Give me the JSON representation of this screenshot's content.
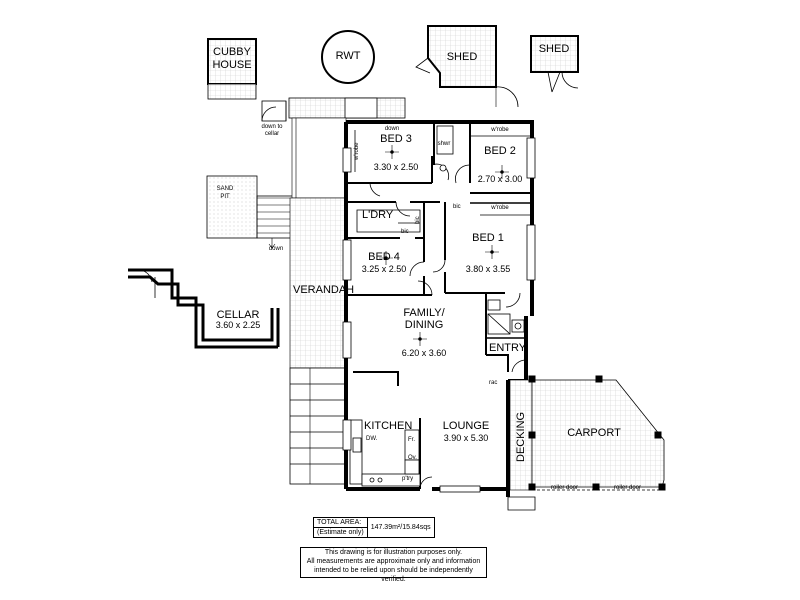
{
  "outbuildings": {
    "cubby_line1": "CUBBY",
    "cubby_line2": "HOUSE",
    "rwt": "RWT",
    "shed_1": "SHED",
    "shed_2": "SHED",
    "sand_line1": "SAND",
    "sand_line2": "PIT",
    "down_to_line1": "down to",
    "down_to_line2": "cellar",
    "down": "down"
  },
  "rooms": {
    "bed3": {
      "name": "BED 3",
      "size": "3.30 x 2.50"
    },
    "bed2": {
      "name": "BED 2",
      "size": "2.70 x 3.00"
    },
    "bed1": {
      "name": "BED 1",
      "size": "3.80 x 3.55"
    },
    "bed4": {
      "name": "BED 4",
      "size": "3.25 x 2.50"
    },
    "laundry": {
      "name": "L'DRY"
    },
    "family_line1": "FAMILY/",
    "family_line2": "DINING",
    "family_size": "6.20 x 3.60",
    "kitchen": {
      "name": "KITCHEN"
    },
    "lounge": {
      "name": "LOUNGE",
      "size": "3.90 x 5.30"
    },
    "entry": "ENTRY",
    "verandah": "VERANDAH",
    "cellar": {
      "name": "CELLAR",
      "size": "3.60 x 2.25"
    },
    "decking": "DECKING",
    "carport": "CARPORT"
  },
  "fixtures": {
    "bed3_down": "down",
    "bed3_wrobe": "w'robe",
    "bed2_wrobe": "w'robe",
    "bed1_wrobe": "w'robe",
    "shower": "shwr",
    "bic_1": "bic",
    "bic_2": "bic",
    "bic_3": "bic",
    "dw": "DW.",
    "fr": "Fr.",
    "ov": "Ov.",
    "pantry": "p'try",
    "rac": "rac",
    "roller_door_1": "roller door",
    "roller_door_2": "roller door"
  },
  "area": {
    "label_line1": "TOTAL AREA:",
    "label_line2": "(Estimate only)",
    "value": "147.39m²/15.84sqs"
  },
  "disclaimer": {
    "line1": "This drawing is for illustration purposes only.",
    "line2": "All measurements are approximate only and information",
    "line3": "intended to be relied upon should be independently verified."
  },
  "colors": {
    "wall": "#000000",
    "hatch": "#bbbbbb",
    "background": "#ffffff"
  }
}
